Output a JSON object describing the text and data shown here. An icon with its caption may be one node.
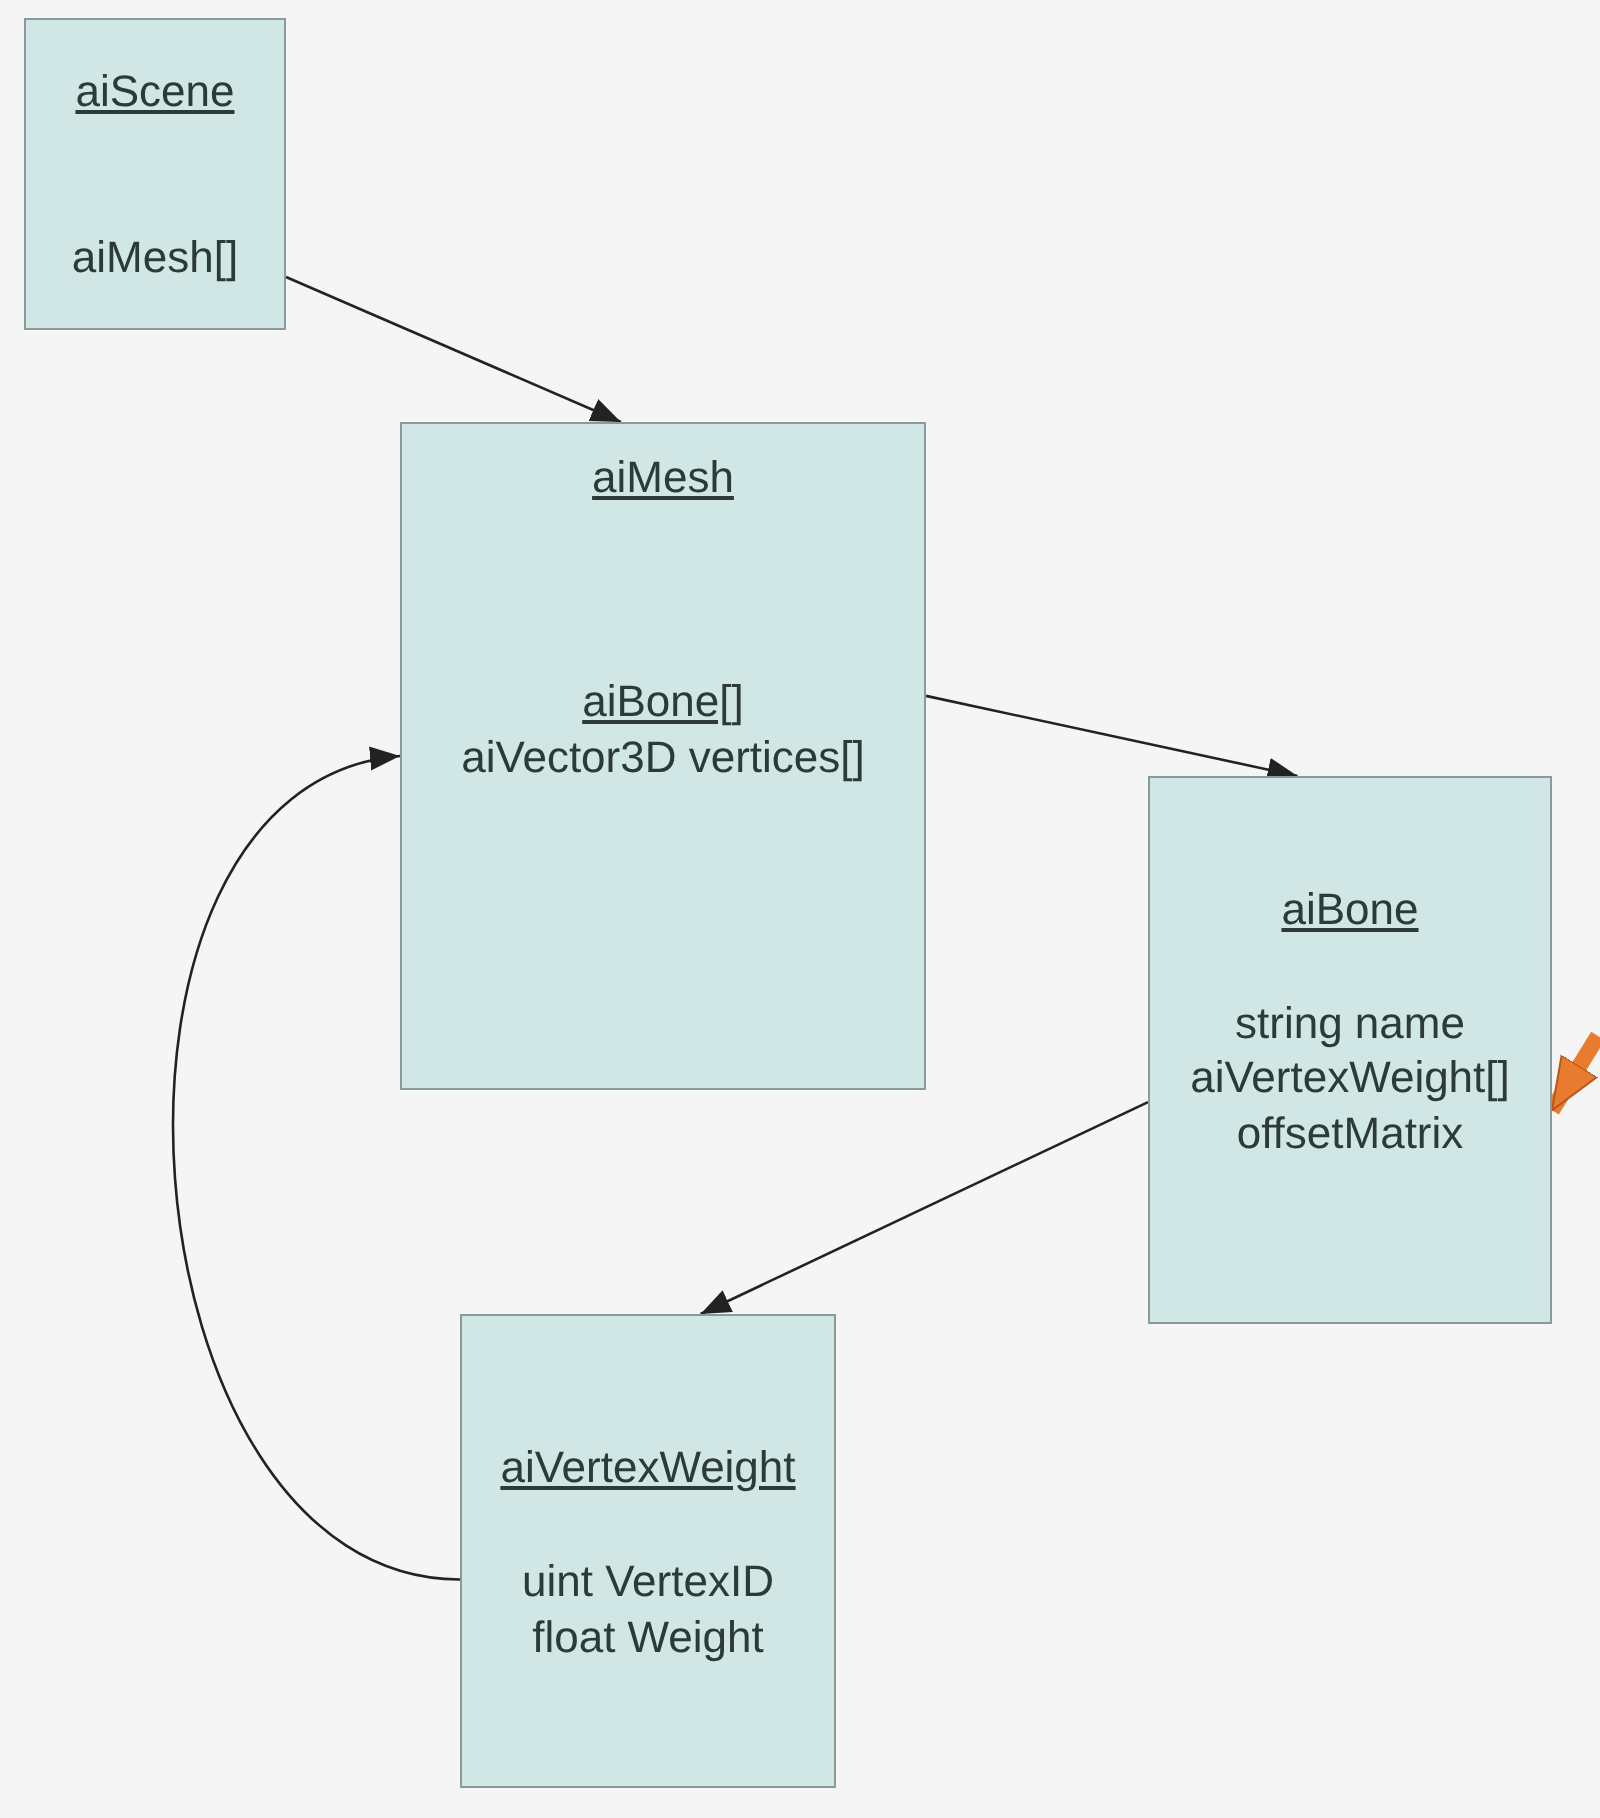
{
  "diagram": {
    "nodes": [
      {
        "text": [
          "aiScene",
          "aiMesh[]"
        ]
      },
      {
        "text": [
          "aiMesh",
          "aiBone[]",
          "aiVector3D vertices[]"
        ]
      },
      {
        "text": [
          "aiBone",
          "string name",
          "aiVertexWeight[]",
          "offsetMatrix"
        ]
      },
      {
        "text": [
          "aiVertexWeight",
          "uint VertexID",
          "float Weight"
        ]
      }
    ],
    "edges": [
      {
        "from": 0,
        "to": 1,
        "arrow": "to"
      },
      {
        "from": 1,
        "to": 2,
        "arrow": "to"
      },
      {
        "from": 2,
        "to": 3,
        "arrow": "to"
      },
      {
        "from": 3,
        "to": 1,
        "arrow": "to"
      },
      {
        "from": null,
        "to": 2,
        "arrow": "to",
        "style": "thick",
        "color": "#e87b2e"
      }
    ]
  }
}
